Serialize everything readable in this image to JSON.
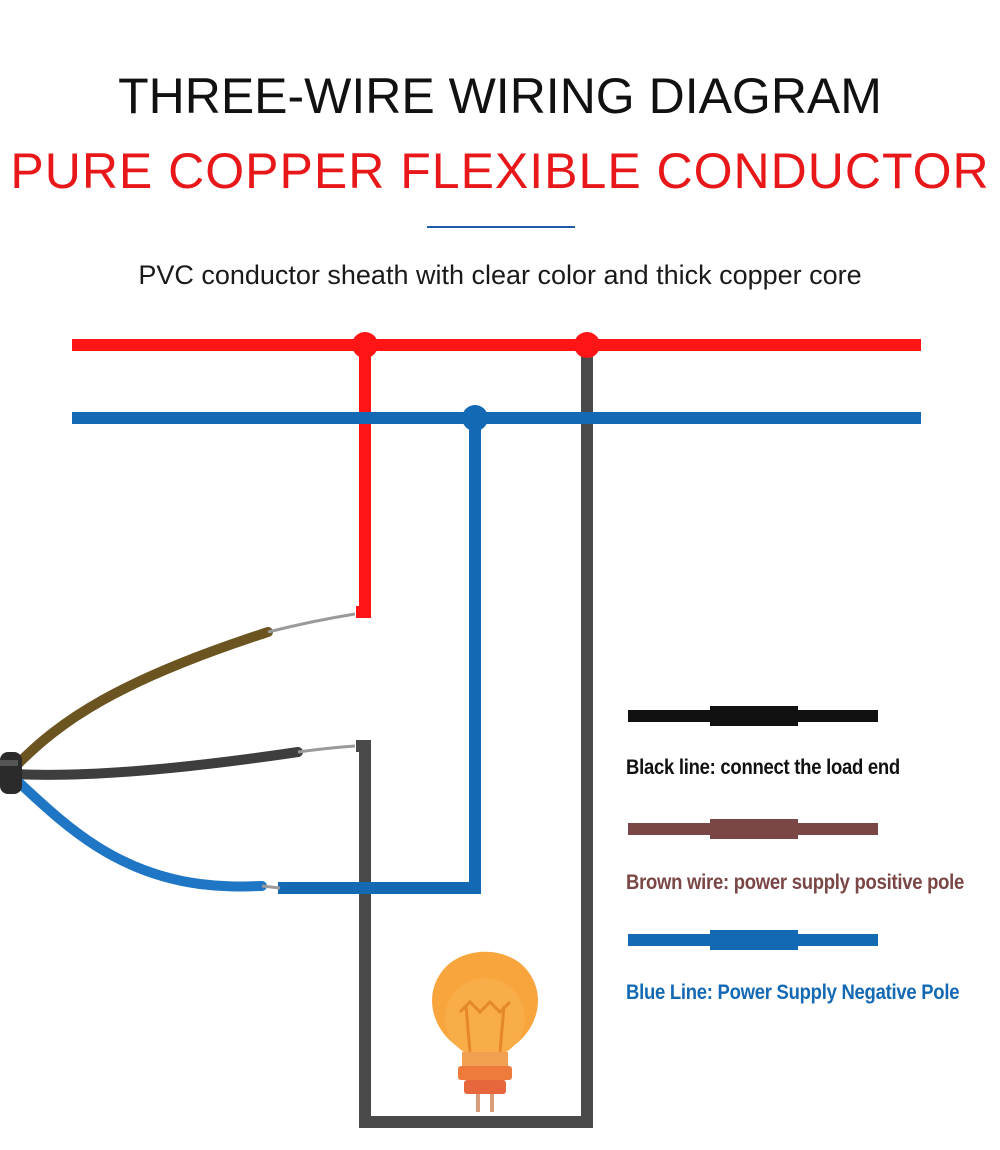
{
  "header": {
    "title": "THREE-WIRE WIRING DIAGRAM",
    "subtitle": "PURE COPPER FLEXIBLE CONDUCTOR",
    "caption": "PVC conductor sheath with clear color and thick copper core"
  },
  "legend": {
    "items": [
      {
        "label": "Black line: connect the load end",
        "color": "#111111"
      },
      {
        "label": "Brown wire: power supply positive pole",
        "color": "#7a4646"
      },
      {
        "label": "Blue Line: Power Supply Negative Pole",
        "color": "#1469b4"
      }
    ]
  },
  "colors": {
    "title": "#111111",
    "subtitle": "#e8181a",
    "divider": "#1e5aa8",
    "positive_bus": "#ff1515",
    "negative_bus": "#1469b4",
    "load_wire": "#4a4a4a",
    "brown_cable": "#6b5420",
    "bulb": "#f7a53c",
    "bulb_base": "#e8663c"
  },
  "icons": {
    "bulb": "light-bulb-icon",
    "cable": "three-core-cable-icon"
  }
}
